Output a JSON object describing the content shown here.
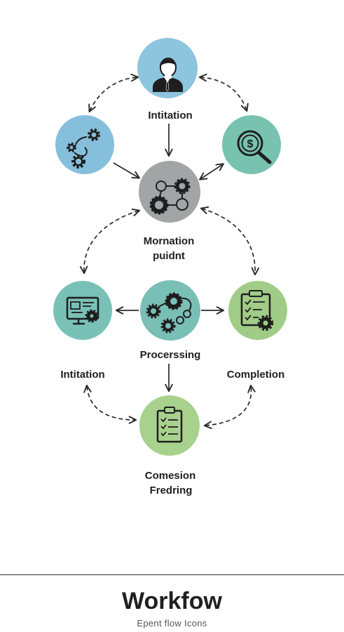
{
  "nodes": {
    "user": {
      "icon": "user-icon",
      "color": "#8cc5dd"
    },
    "gears_left": {
      "icon": "gears-icon",
      "color": "#86bfdc"
    },
    "finance": {
      "icon": "dollar-magnifier-icon",
      "color": "#78c2b0"
    },
    "center": {
      "icon": "gear-network-icon",
      "color": "#a2a4a6"
    },
    "monitor": {
      "icon": "monitor-gear-icon",
      "color": "#79c1b7"
    },
    "processing": {
      "icon": "gear-cluster-icon",
      "color": "#79bfb6"
    },
    "checklist_gear": {
      "icon": "clipboard-gear-icon",
      "color": "#a1cc87"
    },
    "checklist": {
      "icon": "clipboard-checklist-icon",
      "color": "#a7d18c"
    }
  },
  "labels": {
    "initiation_top": "Intitation",
    "center_line1": "Mornation",
    "center_line2": "puidnt",
    "processing": "Procerssing",
    "initiation_left": "Intitation",
    "completion": "Completion",
    "bottom_line1": "Comesion",
    "bottom_line2": "Fredring"
  },
  "footer": {
    "title": "Workfow",
    "subtitle": "Epent flow Icons"
  }
}
